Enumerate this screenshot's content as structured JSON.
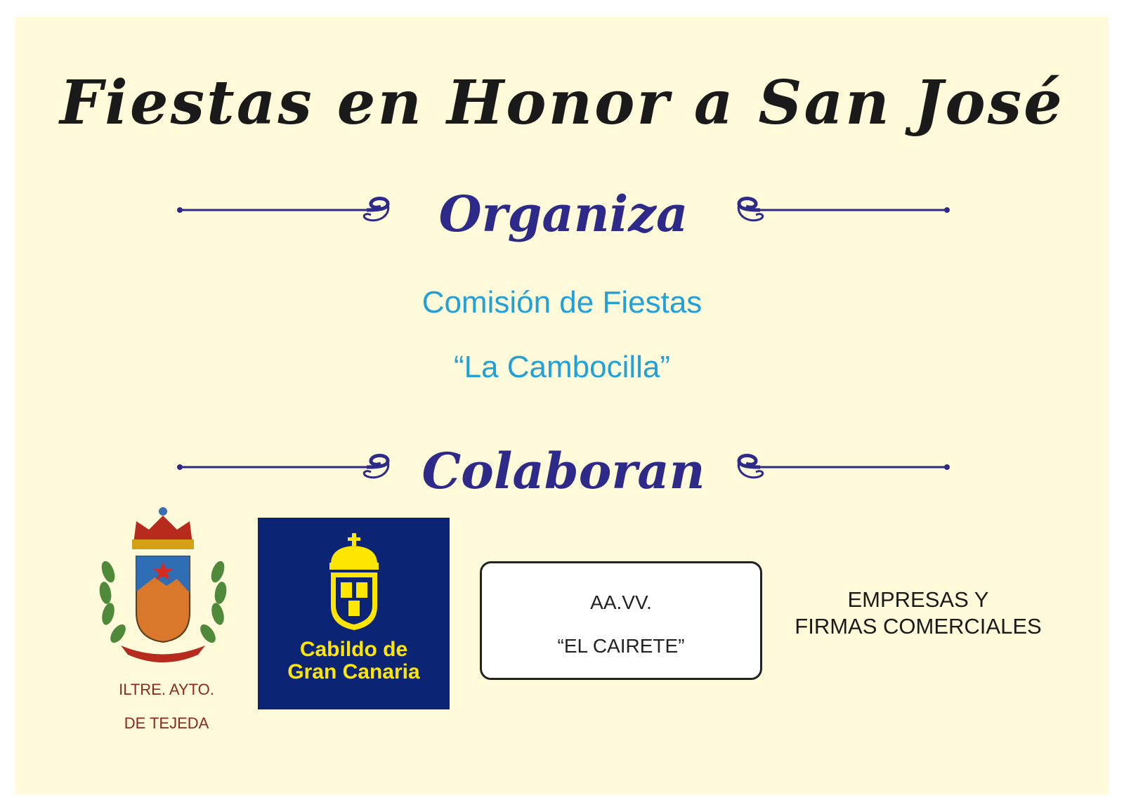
{
  "title": "Fiestas en Honor a San José",
  "organiza": {
    "label": "Organiza",
    "line1": "Comisión de Fiestas",
    "line2": "“La Cambocilla”"
  },
  "colaboran": {
    "label": "Colaboran",
    "tejeda": {
      "line1": "ILTRE. AYTO.",
      "line2": "DE TEJEDA"
    },
    "cabildo": {
      "line1": "Cabildo de",
      "line2": "Gran Canaria"
    },
    "aavv": {
      "line1": "AA.VV.",
      "line2": "“EL CAIRETE”"
    },
    "empresas": {
      "line1": "EMPRESAS Y",
      "line2": "FIRMAS COMERCIALES"
    }
  },
  "colors": {
    "background": "#fffad9",
    "title": "#1a1a1a",
    "section": "#2e2a8a",
    "organizer": "#23a0d8",
    "cabildo_blue": "#0b2474",
    "cabildo_yellow": "#ffe600",
    "tejeda_caption": "#8a2a1e"
  },
  "icons": {
    "tejeda_logo": "tejeda-coat-of-arms-icon",
    "cabildo_logo": "cabildo-shield-crown-icon",
    "divider": "scroll-flourish-icon"
  }
}
